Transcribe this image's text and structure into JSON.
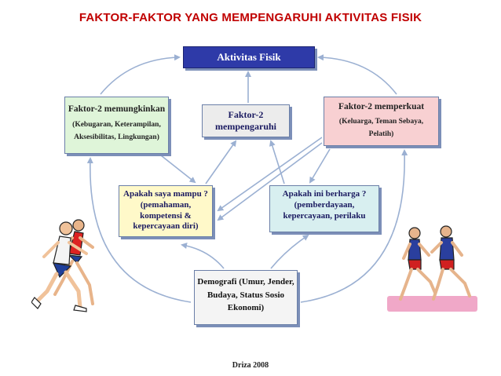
{
  "title": "FAKTOR-FAKTOR  YANG MEMPENGARUHI AKTIVITAS FISIK",
  "nodes": {
    "aktivitas": {
      "label": "Aktivitas Fisik"
    },
    "memungkinkan": {
      "label": "Faktor-2 memungkinkan",
      "detail_line1": "(Kebugaran, Keterampilan,",
      "detail_line2": "Aksesibilitas, Lingkungan)"
    },
    "mempengaruhi": {
      "line1": "Faktor-2",
      "line2": "mempengaruhi"
    },
    "memperkuat": {
      "label": "Faktor-2 memperkuat",
      "detail_line1": "(Keluarga, Teman Sebaya,",
      "detail_line2": "Pelatih)"
    },
    "mampu": {
      "line1": "Apakah saya mampu ?",
      "line2": "(pemahaman,",
      "line3": "kompetensi &",
      "line4": "kepercayaan diri)"
    },
    "berharga": {
      "line1": "Apakah ini berharga ?",
      "line2": "(pemberdayaan,",
      "line3": "kepercayaan, perilaku"
    },
    "demografi": {
      "line1": "Demografi (Umur, Jender,",
      "line2": "Budaya, Status Sosio",
      "line3": "Ekonomi)"
    }
  },
  "credit": "Driza 2008",
  "colors": {
    "title": "#c00000",
    "aktivitas_bg": "#2e3aa8",
    "memungkinkan_bg": "#dff5d9",
    "mempengaruhi_bg": "#ececec",
    "memperkuat_bg": "#f8d0d2",
    "mampu_bg": "#fff9c9",
    "berharga_bg": "#d8eff0",
    "demografi_bg": "#f4f4f4",
    "arrow": "#8aa3c8"
  }
}
